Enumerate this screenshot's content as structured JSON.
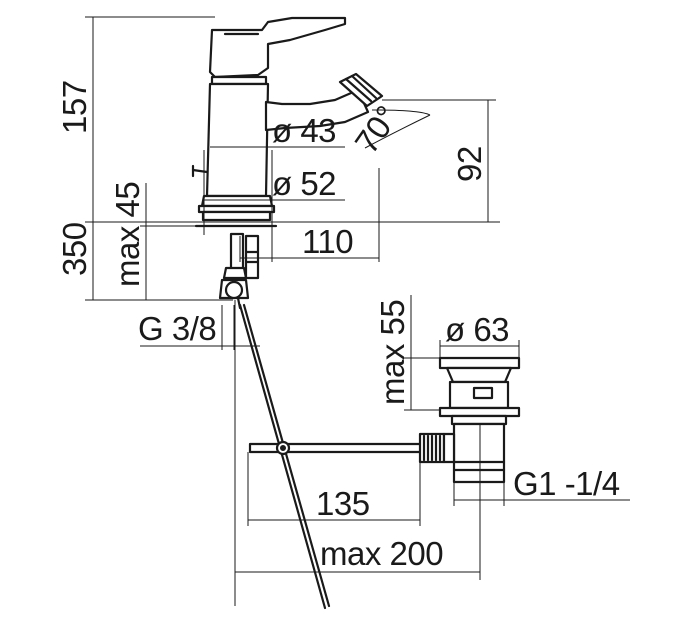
{
  "labels": {
    "height_total": "157",
    "height_spout": "92",
    "dia_43": "ø 43",
    "dia_52": "ø 52",
    "angle": "70°",
    "max_45": "max 45",
    "dim_350": "350",
    "reach_110": "110",
    "thread_g38": "G 3/8",
    "max_55": "max 55",
    "dia_63": "ø 63",
    "thread_g114": "G1 -1/4",
    "dim_135": "135",
    "max_200": "max 200"
  }
}
